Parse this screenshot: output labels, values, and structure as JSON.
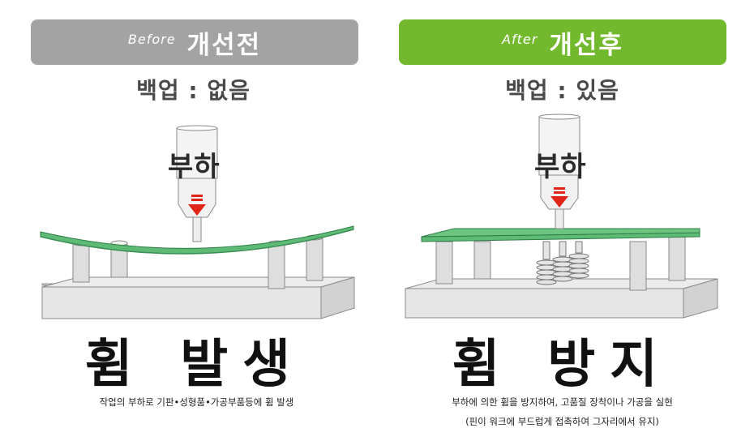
{
  "before": {
    "tag_en": "Before",
    "tag_ko": "개선전",
    "backup_label": "백업 : 없음",
    "load_label": "부하",
    "result": "휨 발생",
    "description": "작업의 부하로 기판•성형품•가공부품등에 휨 발생"
  },
  "after": {
    "tag_en": "After",
    "tag_ko": "개선후",
    "backup_label": "백업 : 있음",
    "load_label": "부하",
    "result": "휨 방지",
    "description_line1": "부하에 의한 휨을 방지하여, 고품질 장착이나 가공을 실현",
    "description_line2": "(핀이 워크에 부드럽게 접촉하여 그자리에서 유지)"
  },
  "colors": {
    "before_banner": "#a3a3a3",
    "after_banner": "#73b92d",
    "plate_green": "#5dbb75",
    "arrow_red": "#e02418"
  }
}
